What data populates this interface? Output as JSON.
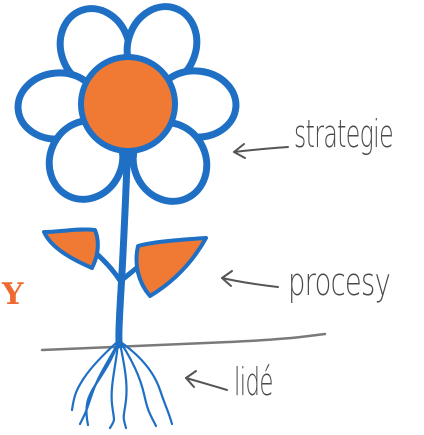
{
  "labels": {
    "strategie": "strategie",
    "procesy": "procesy",
    "lide": "lidé",
    "edge_fragment": "Y"
  },
  "colors": {
    "petal_fill": "#ffffff",
    "outline_blue": "#1f6fc4",
    "center_orange": "#f07a33",
    "leaf_orange": "#f07a33",
    "ground_gray": "#7a7a7a",
    "label_gray": "#4a4a4a",
    "arrow_gray": "#555555",
    "edge_text_orange": "#ee6a30"
  },
  "icons": [
    "flower-icon",
    "arrow-left-icon"
  ]
}
